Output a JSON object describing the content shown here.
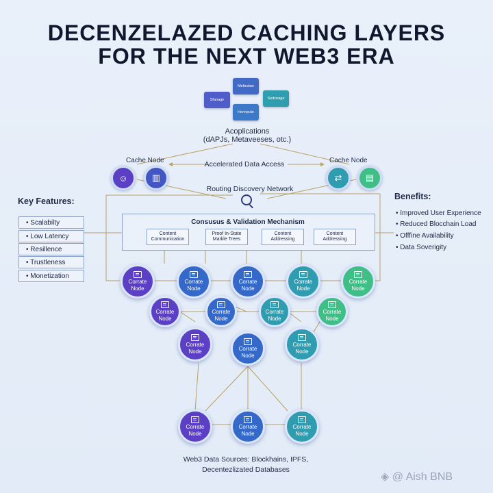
{
  "title_line1": "DECENZELAZED CACHING LAYERS",
  "title_line2": "FOR THE NEXT WEB3 ERA",
  "top_boxes": {
    "storage": "Sfanage",
    "metastore": "Mettcstae",
    "service": "Sedceage",
    "compute": "Henopute"
  },
  "applications_label": "Acoplications",
  "applications_sub": "(dAPJs, Metaveeses, otc.)",
  "cache_node_left": "Cache Node",
  "cache_node_right": "Cache Node",
  "accelerated_label": "Accelerated Data Access",
  "routing_label": "Routing Discovery Network",
  "key_features": {
    "heading": "Key Features:",
    "items": [
      "Scalabilty",
      "Low Latency",
      "Resillence",
      "Trustleness",
      "Monetization"
    ]
  },
  "benefits": {
    "heading": "Benefits:",
    "items": [
      "Improved User Experience",
      "Reduced Blocchain Load",
      "Offfine Availability",
      "Data Soverigity"
    ]
  },
  "consensus": {
    "title": "Consusus & Validation Mechanism",
    "boxes": [
      [
        "Content",
        "Communication"
      ],
      [
        "Proof In-State",
        "Markle Trees"
      ],
      [
        "Content",
        "Addressing"
      ],
      [
        "Content",
        "Addressing"
      ]
    ]
  },
  "node_label_line1": "Corrate",
  "node_label_line2": "Node",
  "bottom_label_line1": "Web3 Data Sources: Blockhains, IPFS,",
  "bottom_label_line2": "Decentezlizated Databases",
  "watermark": "@ Aish BNB",
  "colors": {
    "purple": "#5b3fc4",
    "blue": "#3569c9",
    "teal": "#2f9cb0",
    "green": "#3fbf86"
  }
}
